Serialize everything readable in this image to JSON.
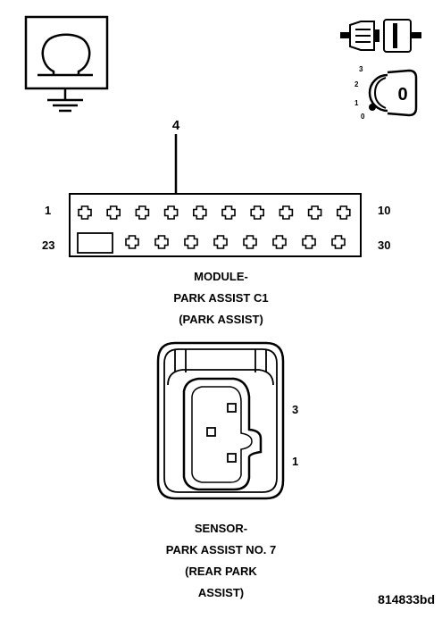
{
  "icons": {
    "ohmmeter": "ohmmeter-ground-icon",
    "connector_disconnect": "connector-disconnect-icon",
    "ignition_switch": "ignition-key-off-icon"
  },
  "ignition": {
    "positions": [
      "3",
      "2",
      "1",
      "0"
    ],
    "key_label": "0"
  },
  "module_connector": {
    "pin_callout": "4",
    "top_row_first": "1",
    "top_row_last": "10",
    "bottom_row_first": "23",
    "bottom_row_last": "30",
    "title_lines": [
      "MODULE-",
      "PARK ASSIST C1",
      "(PARK ASSIST)"
    ]
  },
  "sensor_connector": {
    "pin_upper": "3",
    "pin_lower": "1",
    "title_lines": [
      "SENSOR-",
      "PARK ASSIST NO. 7",
      "(REAR PARK",
      "ASSIST)"
    ]
  },
  "figure_id": "814833bd"
}
